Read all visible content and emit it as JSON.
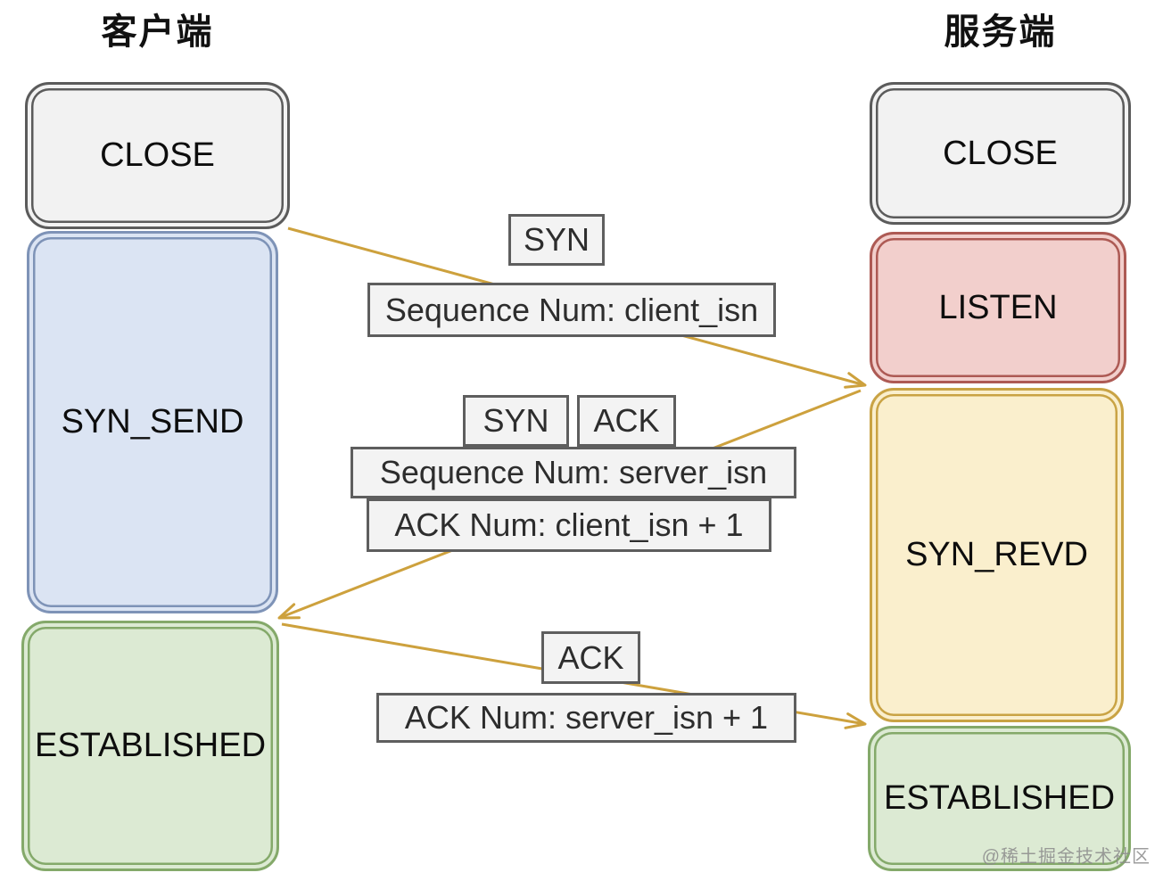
{
  "diagram": {
    "client": {
      "title": "客户端",
      "states": [
        {
          "label": "CLOSE",
          "fill": "#f2f2f2",
          "border": "#5b5b5b"
        },
        {
          "label": "SYN_SEND",
          "fill": "#dbe4f3",
          "border": "#7e93b7"
        },
        {
          "label": "ESTABLISHED",
          "fill": "#dcead3",
          "border": "#84a96a"
        }
      ]
    },
    "server": {
      "title": "服务端",
      "states": [
        {
          "label": "CLOSE",
          "fill": "#f2f2f2",
          "border": "#5b5b5b"
        },
        {
          "label": "LISTEN",
          "fill": "#f2cfcc",
          "border": "#ad5a54"
        },
        {
          "label": "SYN_REVD",
          "fill": "#faefcd",
          "border": "#c9a344"
        },
        {
          "label": "ESTABLISHED",
          "fill": "#dcead3",
          "border": "#84a96a"
        }
      ]
    },
    "messages": [
      {
        "from": "client",
        "to": "server",
        "flags": [
          "SYN"
        ],
        "details": [
          "Sequence Num: client_isn"
        ]
      },
      {
        "from": "server",
        "to": "client",
        "flags": [
          "SYN",
          "ACK"
        ],
        "details": [
          "Sequence Num: server_isn",
          "ACK Num: client_isn + 1"
        ]
      },
      {
        "from": "client",
        "to": "server",
        "flags": [
          "ACK"
        ],
        "details": [
          "ACK Num: server_isn + 1"
        ]
      }
    ],
    "label_box": {
      "fill": "#f3f3f3",
      "border": "#5e5e5e"
    },
    "arrow_color": "#cda13d",
    "watermark": "@稀土掘金技术社区"
  }
}
